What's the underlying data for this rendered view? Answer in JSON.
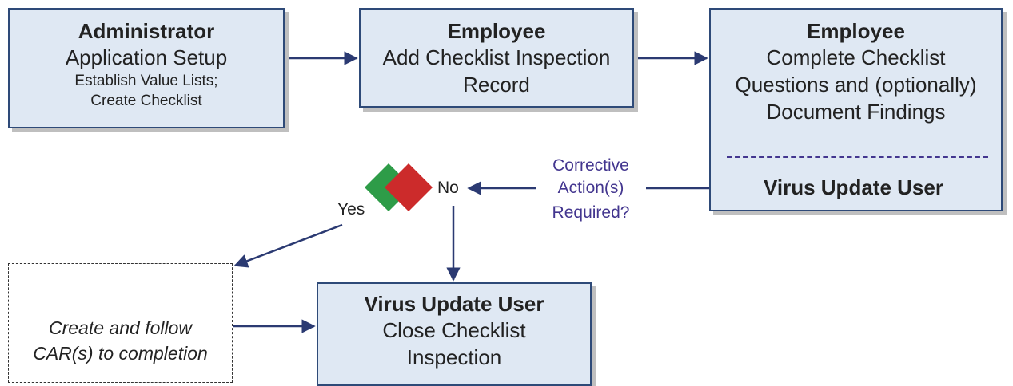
{
  "admin": {
    "role": "Administrator",
    "title": "Application Setup",
    "detail_1": "Establish Value Lists;",
    "detail_2": "Create Checklist"
  },
  "add_record": {
    "role": "Employee",
    "line_1": "Add Checklist Inspection",
    "line_2": "Record"
  },
  "complete": {
    "role": "Employee",
    "line_1": "Complete Checklist",
    "line_2": "Questions and (optionally)",
    "line_3": "Document Findings",
    "second_role": "Virus Update User"
  },
  "decision": {
    "question_1": "Corrective",
    "question_2": "Action(s)",
    "question_3": "Required?",
    "no_label": "No",
    "yes_label": "Yes"
  },
  "car": {
    "line_1": "Create and follow",
    "line_2": "CAR(s) to completion"
  },
  "close": {
    "role": "Virus Update User",
    "line_1": "Close Checklist",
    "line_2": "Inspection"
  },
  "colors": {
    "box_fill": "#dfe8f3",
    "box_border": "#2e4a78",
    "arrow": "#2b3a72",
    "question_text": "#43368f",
    "diamond_green": "#2e9c48",
    "diamond_red": "#cc2b2b",
    "car_body": "#1f56c8"
  }
}
